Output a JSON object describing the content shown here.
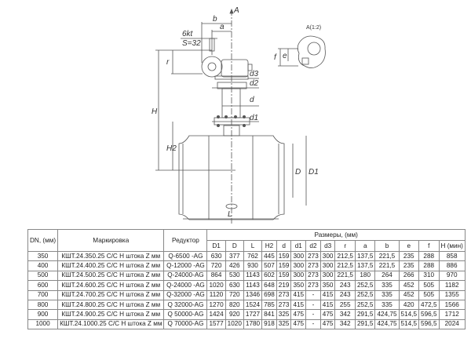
{
  "drawing": {
    "labels": {
      "b": "b",
      "a": "a",
      "view": "A",
      "key": "6kt",
      "s": "S=32",
      "r": "r",
      "H": "H",
      "H2": "H2",
      "d3": "d3",
      "d2": "d2",
      "d": "d",
      "d1": "d1",
      "D": "D",
      "D1": "D1",
      "L": "L",
      "detail": "A(1:2)",
      "e": "e",
      "f": "f"
    }
  },
  "table": {
    "headers": {
      "dn": "DN, (мм)",
      "marking": "Маркировка",
      "reducer": "Редуктор",
      "sizes": "Размеры, (мм)"
    },
    "size_columns": [
      "D1",
      "D",
      "L",
      "H2",
      "d",
      "d1",
      "d2",
      "d3",
      "r",
      "a",
      "b",
      "e",
      "f",
      "H (мин)"
    ],
    "rows": [
      [
        "350",
        "КШТ.24.350.25 С/С Н штока Z мм",
        "Q-6500 -AG",
        "630",
        "377",
        "762",
        "445",
        "159",
        "300",
        "273",
        "300",
        "212,5",
        "137,5",
        "221,5",
        "235",
        "288",
        "858"
      ],
      [
        "400",
        "КШТ.24.400.25 С/С Н штока Z мм",
        "Q-12000 -AG",
        "720",
        "426",
        "930",
        "507",
        "159",
        "300",
        "273",
        "300",
        "212,5",
        "137,5",
        "221,5",
        "235",
        "288",
        "886"
      ],
      [
        "500",
        "КШТ.24.500.25 С/С Н штока Z мм",
        "Q-24000-AG",
        "864",
        "530",
        "1143",
        "602",
        "159",
        "300",
        "273",
        "300",
        "221,5",
        "180",
        "264",
        "266",
        "310",
        "970"
      ],
      [
        "600",
        "КШТ.24.600.25 С/С Н штока Z мм",
        "Q-24000 -AG",
        "1020",
        "630",
        "1143",
        "648",
        "219",
        "350",
        "273",
        "350",
        "243",
        "252,5",
        "335",
        "452",
        "505",
        "1182"
      ],
      [
        "700",
        "КШТ.24.700.25 С/С Н штока Z мм",
        "Q-32000 -AG",
        "1120",
        "720",
        "1346",
        "698",
        "273",
        "415",
        "-",
        "415",
        "243",
        "252,5",
        "335",
        "452",
        "505",
        "1355"
      ],
      [
        "800",
        "КШТ.24.800.25 С/С Н штока Z мм",
        "Q 32000-AG",
        "1270",
        "820",
        "1524",
        "785",
        "273",
        "415",
        "-",
        "415",
        "255",
        "252,5",
        "335",
        "420",
        "472,5",
        "1566"
      ],
      [
        "900",
        "КШТ.24.900.25 С/С Н штока Z мм",
        "Q 50000-AG",
        "1424",
        "920",
        "1727",
        "841",
        "325",
        "475",
        "-",
        "475",
        "342",
        "291,5",
        "424,75",
        "514,5",
        "596,5",
        "1712"
      ],
      [
        "1000",
        "КШТ.24.1000.25 С/С Н штока Z мм",
        "Q 70000-AG",
        "1577",
        "1020",
        "1780",
        "918",
        "325",
        "475",
        "-",
        "475",
        "342",
        "291,5",
        "424,75",
        "514,5",
        "596,5",
        "2024"
      ]
    ]
  }
}
